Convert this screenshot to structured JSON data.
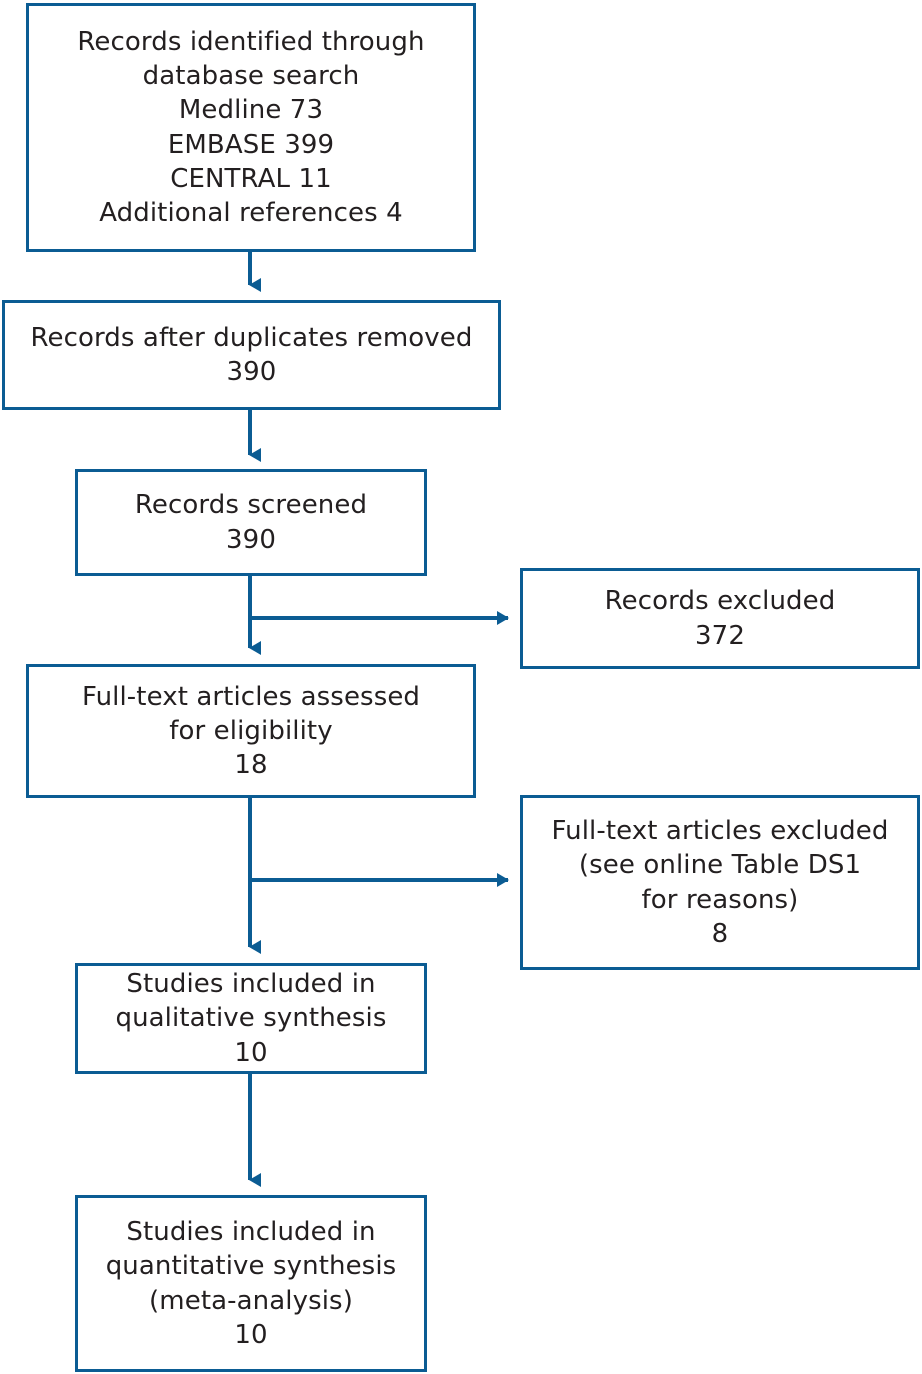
{
  "diagram": {
    "type": "prisma-flow-diagram",
    "accent_color": "#0b5c93",
    "text_color": "#231f20",
    "background_color": "#ffffff",
    "boxes": [
      {
        "id": "records-identified",
        "text": "Records identified through\ndatabase search\nMedline 73\nEMBASE 399\nCENTRAL 11\nAdditional references 4",
        "counts": {
          "medline": 73,
          "embase": 399,
          "central": 11,
          "additional_references": 4
        }
      },
      {
        "id": "records-after-duplicates",
        "text": "Records after duplicates removed\n390",
        "count": 390
      },
      {
        "id": "records-screened",
        "text": "Records screened\n390",
        "count": 390
      },
      {
        "id": "records-excluded",
        "text": "Records excluded\n372",
        "count": 372
      },
      {
        "id": "full-text-assessed",
        "text": "Full-text articles assessed\nfor eligibility\n18",
        "count": 18
      },
      {
        "id": "full-text-excluded",
        "text": "Full-text articles excluded\n(see online Table DS1\nfor reasons)\n8",
        "count": 8
      },
      {
        "id": "qualitative-synthesis",
        "text": "Studies included in\nqualitative synthesis\n10",
        "count": 10
      },
      {
        "id": "quantitative-synthesis",
        "text": "Studies included in\nquantitative synthesis\n(meta-analysis)\n10",
        "count": 10
      }
    ]
  }
}
